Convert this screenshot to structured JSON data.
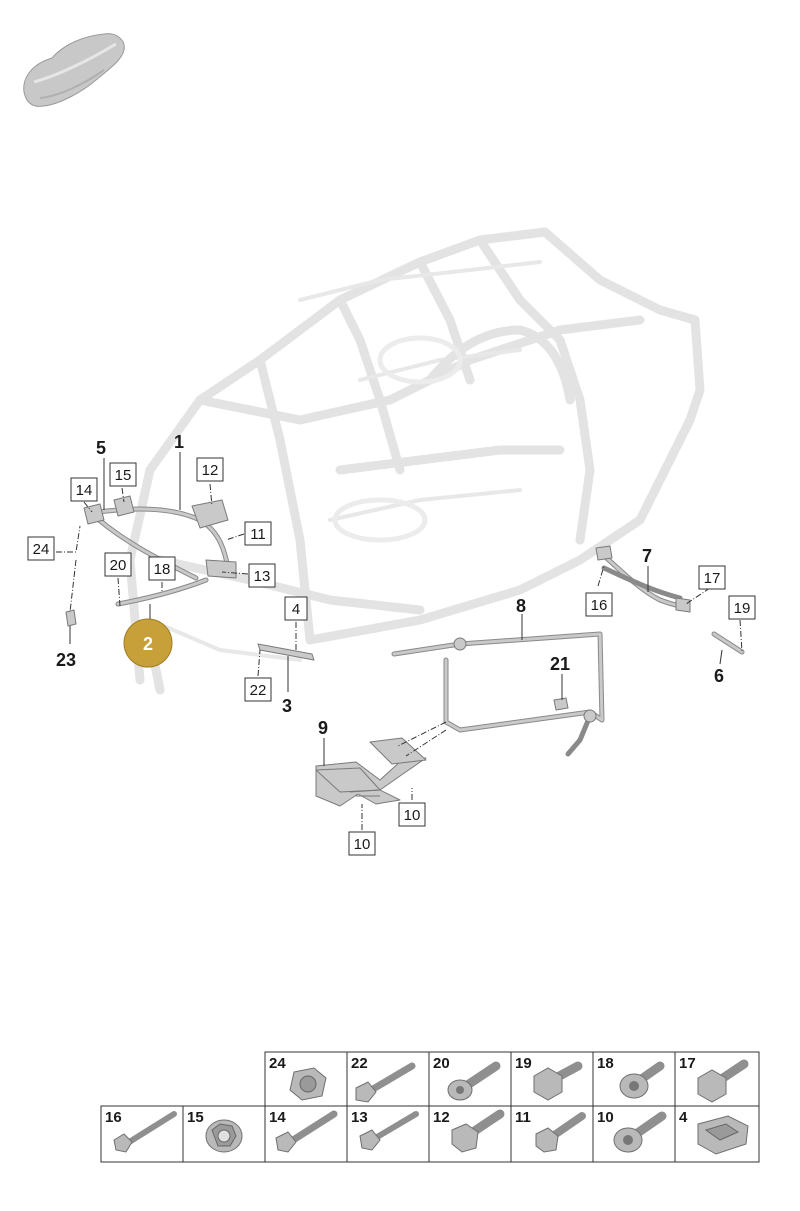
{
  "callouts": {
    "c1": "1",
    "c2": "2",
    "c3": "3",
    "c5": "5",
    "c6": "6",
    "c7": "7",
    "c8": "8",
    "c9": "9",
    "c21": "21",
    "c23": "23"
  },
  "boxes": {
    "b4": "4",
    "b10a": "10",
    "b10b": "10",
    "b11": "11",
    "b12": "12",
    "b13": "13",
    "b14": "14",
    "b15": "15",
    "b16": "16",
    "b17": "17",
    "b18": "18",
    "b19": "19",
    "b20": "20",
    "b22": "22",
    "b24": "24"
  },
  "highlight": {
    "label": "2",
    "color": "#c7a03a"
  },
  "hardware_table": {
    "row1": [
      "24",
      "22",
      "20",
      "19",
      "18",
      "17"
    ],
    "row2": [
      "16",
      "15",
      "14",
      "13",
      "12",
      "11",
      "10",
      "4"
    ]
  },
  "icons": {
    "car_thumbnail": "car-silhouette-icon"
  }
}
